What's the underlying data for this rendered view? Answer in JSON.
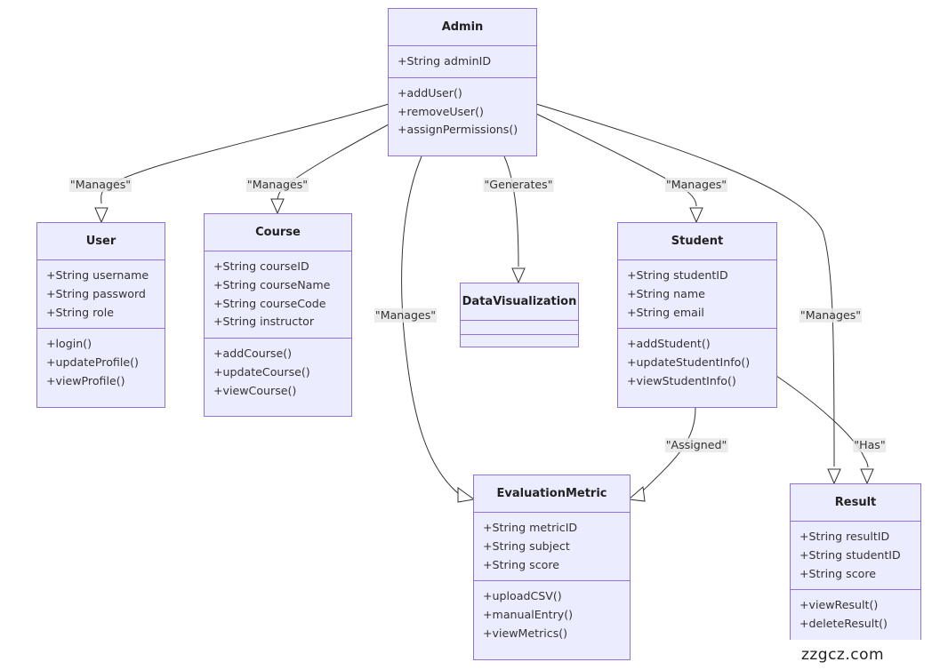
{
  "classes": {
    "admin": {
      "name": "Admin",
      "attributes": [
        "+String adminID"
      ],
      "methods": [
        "+addUser()",
        "+removeUser()",
        "+assignPermissions()"
      ]
    },
    "user": {
      "name": "User",
      "attributes": [
        "+String username",
        "+String password",
        "+String role"
      ],
      "methods": [
        "+login()",
        "+updateProfile()",
        "+viewProfile()"
      ]
    },
    "course": {
      "name": "Course",
      "attributes": [
        "+String courseID",
        "+String courseName",
        "+String courseCode",
        "+String instructor"
      ],
      "methods": [
        "+addCourse()",
        "+updateCourse()",
        "+viewCourse()"
      ]
    },
    "datavis": {
      "name": "DataVisualization",
      "attributes": [],
      "methods": []
    },
    "student": {
      "name": "Student",
      "attributes": [
        "+String studentID",
        "+String name",
        "+String email"
      ],
      "methods": [
        "+addStudent()",
        "+updateStudentInfo()",
        "+viewStudentInfo()"
      ]
    },
    "evalmetric": {
      "name": "EvaluationMetric",
      "attributes": [
        "+String metricID",
        "+String subject",
        "+String score"
      ],
      "methods": [
        "+uploadCSV()",
        "+manualEntry()",
        "+viewMetrics()"
      ]
    },
    "result": {
      "name": "Result",
      "attributes": [
        "+String resultID",
        "+String studentID",
        "+String score"
      ],
      "methods": [
        "+viewResult()",
        "+deleteResult()"
      ]
    }
  },
  "edges": {
    "admin_user": "\"Manages\"",
    "admin_course": "\"Manages\"",
    "admin_evalmetric": "\"Manages\"",
    "admin_datavis": "\"Generates\"",
    "admin_student": "\"Manages\"",
    "admin_result": "\"Manages\"",
    "student_evalmetric": "\"Assigned\"",
    "student_result": "\"Has\""
  },
  "colors": {
    "box_fill": "#ECECFF",
    "box_border": "#9370DB",
    "edge": "#333333",
    "label_bg": "#E8E8E8"
  },
  "watermark": "zzgcz.com"
}
